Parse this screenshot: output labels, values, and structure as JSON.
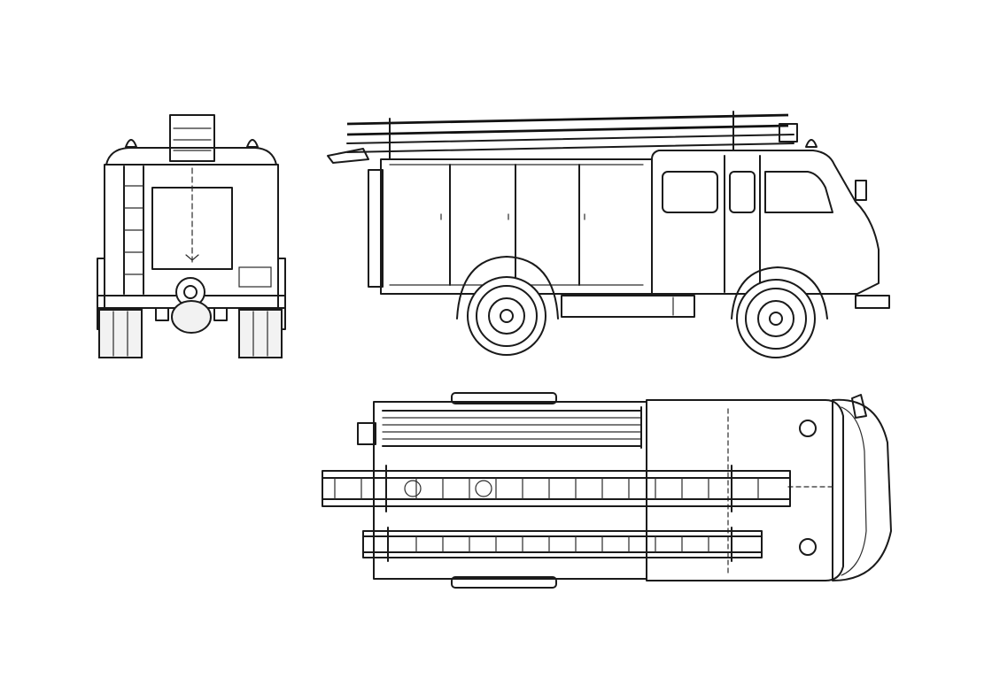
{
  "drawing": {
    "colors": {
      "background": "#ffffff",
      "line": "#1a1a1a"
    },
    "views": [
      {
        "id": "rear",
        "label": ""
      },
      {
        "id": "side",
        "label": ""
      },
      {
        "id": "top",
        "label": ""
      }
    ]
  }
}
